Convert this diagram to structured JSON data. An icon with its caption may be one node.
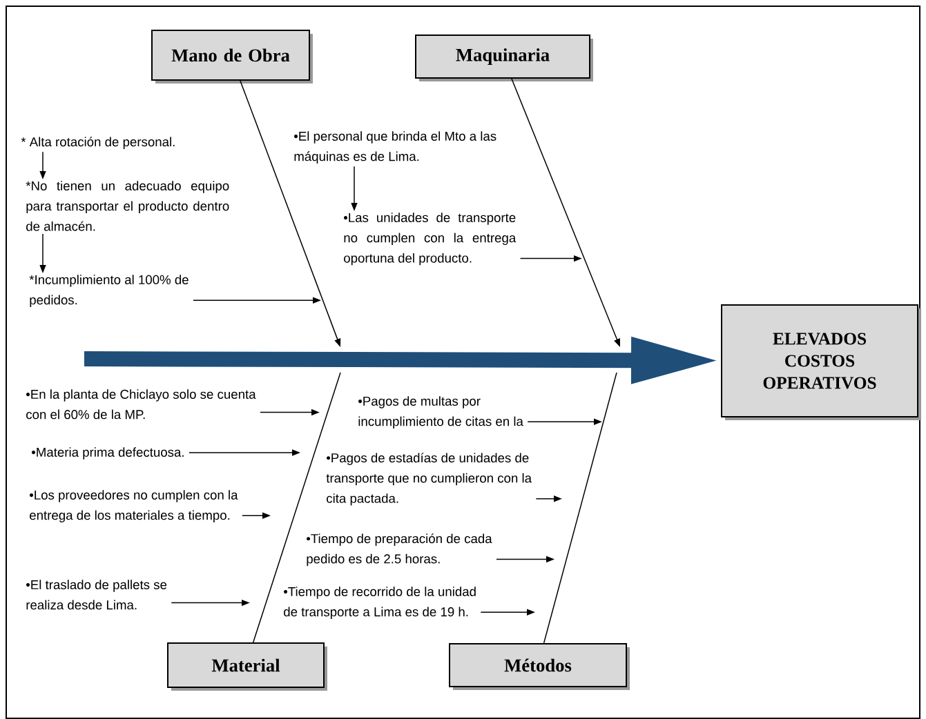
{
  "diagram": {
    "nodes": [
      {
        "text": [
          "Mano de Obra"
        ]
      },
      {
        "text": [
          "Maquinaria"
        ]
      },
      {
        "text": [
          "Material"
        ]
      },
      {
        "text": [
          "Métodos"
        ]
      },
      {
        "text": [
          "ELEVADOS COSTOS OPERATIVOS"
        ]
      },
      {
        "text": [
          "* Alta rotación de personal."
        ]
      },
      {
        "text": [
          "*No tienen un adecuado equipo para transportar el producto dentro de almacén."
        ]
      },
      {
        "text": [
          "*Incumplimiento al 100% de pedidos."
        ]
      },
      {
        "text": [
          "•El personal que brinda el Mto a las máquinas es de Lima."
        ]
      },
      {
        "text": [
          "•Las unidades de transporte no cumplen con la entrega oportuna del producto."
        ]
      },
      {
        "text": [
          "•En la planta de Chiclayo solo se cuenta con el 60% de la MP."
        ]
      },
      {
        "text": [
          "•Materia prima defectuosa."
        ]
      },
      {
        "text": [
          "•Los proveedores no cumplen con la entrega de los materiales a tiempo."
        ]
      },
      {
        "text": [
          "•El traslado de pallets se realiza desde Lima."
        ]
      },
      {
        "text": [
          "•Pagos de multas por incumplimiento de citas en la"
        ]
      },
      {
        "text": [
          "•Pagos de estadías de unidades de transporte que no cumplieron con la cita pactada."
        ]
      },
      {
        "text": [
          "•Tiempo de preparación de cada pedido es de 2.5 horas."
        ]
      },
      {
        "text": [
          "•Tiempo de recorrido de la unidad de transporte a Lima es de 19 h."
        ]
      }
    ],
    "edges": [
      {
        "from": null,
        "to": 4,
        "arrow": "to",
        "style": "thick",
        "color": "#1f4e79"
      },
      {
        "from": 0,
        "to": null,
        "arrow": "to"
      },
      {
        "from": 1,
        "to": null,
        "arrow": "to"
      },
      {
        "from": 2,
        "to": null,
        "arrow": "none"
      },
      {
        "from": 3,
        "to": null,
        "arrow": "none"
      },
      {
        "from": 5,
        "to": 6,
        "arrow": "to"
      },
      {
        "from": 6,
        "to": 7,
        "arrow": "to"
      },
      {
        "from": 7,
        "to": null,
        "arrow": "to"
      },
      {
        "from": 8,
        "to": 9,
        "arrow": "to"
      },
      {
        "from": 9,
        "to": null,
        "arrow": "to"
      },
      {
        "from": 10,
        "to": null,
        "arrow": "to"
      },
      {
        "from": 11,
        "to": null,
        "arrow": "to"
      },
      {
        "from": 12,
        "to": null,
        "arrow": "to"
      },
      {
        "from": 13,
        "to": null,
        "arrow": "to"
      },
      {
        "from": 14,
        "to": null,
        "arrow": "to"
      },
      {
        "from": 15,
        "to": null,
        "arrow": "to"
      },
      {
        "from": 16,
        "to": null,
        "arrow": "to"
      },
      {
        "from": 17,
        "to": null,
        "arrow": "to"
      }
    ]
  }
}
